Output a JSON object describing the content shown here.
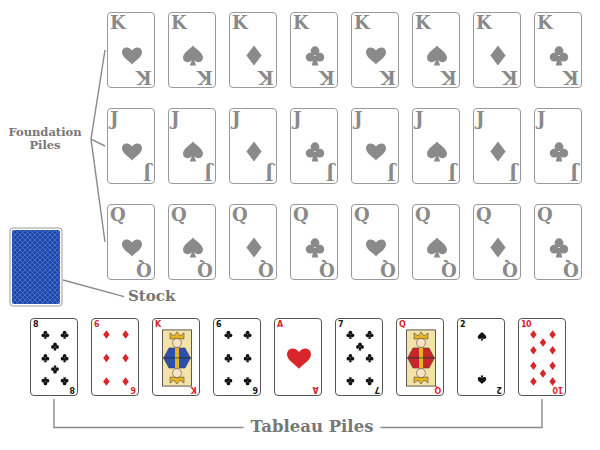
{
  "diagram": {
    "nodes": [
      {
        "text": [
          "K",
          "K"
        ]
      },
      {
        "text": [
          "K",
          "K"
        ]
      },
      {
        "text": [
          "K",
          "K"
        ]
      },
      {
        "text": [
          "K",
          "K"
        ]
      },
      {
        "text": [
          "K",
          "K"
        ]
      },
      {
        "text": [
          "K",
          "K"
        ]
      },
      {
        "text": [
          "K",
          "K"
        ]
      },
      {
        "text": [
          "K",
          "K"
        ]
      },
      {
        "text": [
          "J",
          "J"
        ]
      },
      {
        "text": [
          "J",
          "J"
        ]
      },
      {
        "text": [
          "J",
          "J"
        ]
      },
      {
        "text": [
          "J",
          "J"
        ]
      },
      {
        "text": [
          "J",
          "J"
        ]
      },
      {
        "text": [
          "J",
          "J"
        ]
      },
      {
        "text": [
          "J",
          "J"
        ]
      },
      {
        "text": [
          "J",
          "J"
        ]
      },
      {
        "text": [
          "Q",
          "Q"
        ]
      },
      {
        "text": [
          "Q",
          "Q"
        ]
      },
      {
        "text": [
          "Q",
          "Q"
        ]
      },
      {
        "text": [
          "Q",
          "Q"
        ]
      },
      {
        "text": [
          "Q",
          "Q"
        ]
      },
      {
        "text": [
          "Q",
          "Q"
        ]
      },
      {
        "text": [
          "Q",
          "Q"
        ]
      },
      {
        "text": [
          "Q",
          "Q"
        ]
      },
      {
        "text": [
          "8",
          "8"
        ]
      },
      {
        "text": [
          "6",
          "6"
        ]
      },
      {
        "text": [
          "K",
          "K"
        ]
      },
      {
        "text": [
          "6",
          "6"
        ]
      },
      {
        "text": [
          "A",
          "A"
        ]
      },
      {
        "text": [
          "7",
          "7"
        ]
      },
      {
        "text": [
          "Q",
          "Q"
        ]
      },
      {
        "text": [
          "2",
          "2"
        ]
      },
      {
        "text": [
          "10",
          "10"
        ]
      }
    ],
    "labels": [
      "Foundation Piles",
      "Stock",
      "Tableau Piles"
    ]
  }
}
